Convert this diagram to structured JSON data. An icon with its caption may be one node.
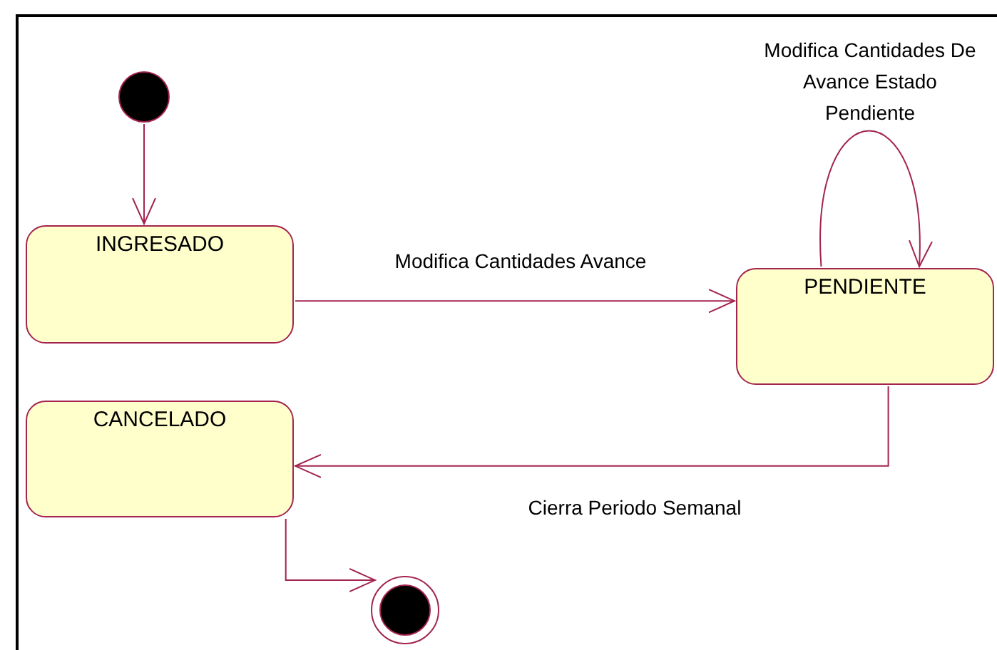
{
  "diagram": {
    "nodes": [
      {
        "text": [],
        "shape": "circle"
      },
      {
        "text": [
          "INGRESADO"
        ]
      },
      {
        "text": [
          "PENDIENTE"
        ]
      },
      {
        "text": [
          "CANCELADO"
        ]
      },
      {
        "text": [],
        "shape": "circle"
      }
    ],
    "edges": [
      {
        "from": 0,
        "to": 1,
        "arrow": "to"
      },
      {
        "from": 1,
        "to": 2,
        "arrow": "to",
        "label": "Modifica Cantidades Avance"
      },
      {
        "from": 2,
        "to": 2,
        "arrow": "to",
        "label": "Modifica Cantidades De Avance Estado Pendiente"
      },
      {
        "from": 2,
        "to": 3,
        "arrow": "to",
        "label": "Cierra Periodo Semanal"
      },
      {
        "from": 3,
        "to": 4,
        "arrow": "to"
      }
    ]
  }
}
